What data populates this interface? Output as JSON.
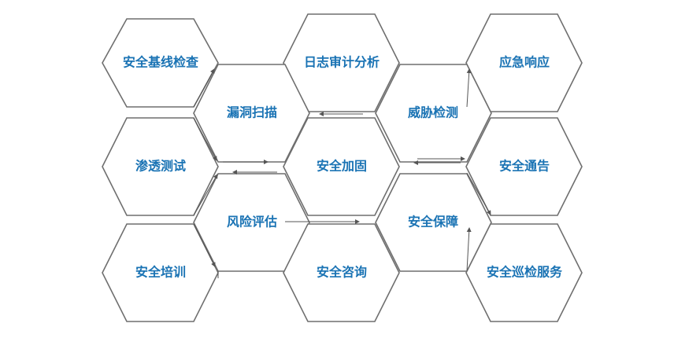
{
  "colors": {
    "label": "#1a73b4",
    "outline": "#6f6f6f",
    "arrow": "#555555",
    "background": "#ffffff"
  },
  "hexagons": [
    {
      "id": "baseline-check",
      "label": "安全基线检查"
    },
    {
      "id": "log-audit",
      "label": "日志审计分析"
    },
    {
      "id": "emergency-response",
      "label": "应急响应"
    },
    {
      "id": "vuln-scan",
      "label": "漏洞扫描"
    },
    {
      "id": "threat-detect",
      "label": "威胁检测"
    },
    {
      "id": "pentest",
      "label": "渗透测试"
    },
    {
      "id": "hardening",
      "label": "安全加固"
    },
    {
      "id": "notification",
      "label": "安全通告"
    },
    {
      "id": "risk-assess",
      "label": "风险评估"
    },
    {
      "id": "assurance",
      "label": "安全保障"
    },
    {
      "id": "training",
      "label": "安全培训"
    },
    {
      "id": "consulting",
      "label": "安全咨询"
    },
    {
      "id": "inspection",
      "label": "安全巡检服务"
    }
  ]
}
